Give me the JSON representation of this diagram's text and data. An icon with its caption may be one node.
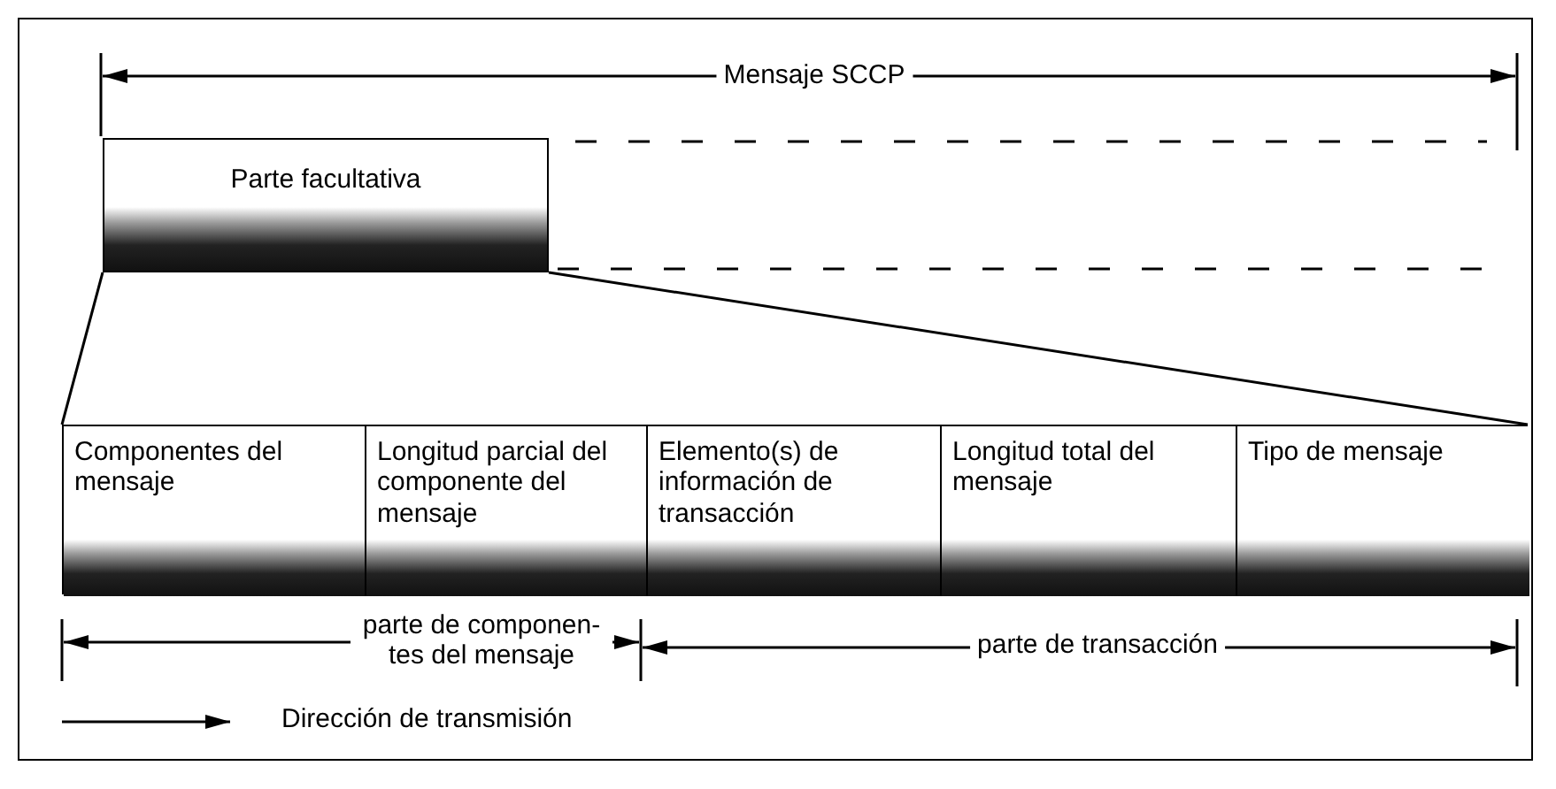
{
  "diagram": {
    "nodes": [
      {
        "text": [
          "Parte facultativa"
        ]
      },
      {
        "text": [],
        "shape": "bar"
      },
      {
        "text": [
          "Componentes del mensaje"
        ],
        "in": 1
      },
      {
        "text": [
          "Longitud parcial del componente del mensaje"
        ],
        "in": 1
      },
      {
        "text": [
          "Elemento(s) de información de transacción"
        ],
        "in": 1
      },
      {
        "text": [
          "Longitud total del mensaje"
        ],
        "in": 1
      },
      {
        "text": [
          "Tipo de mensaje"
        ],
        "in": 1
      }
    ],
    "edges": [
      {
        "from": 0,
        "to": 1,
        "arrow": "none"
      },
      {
        "from": 0,
        "to": 1,
        "arrow": "none"
      }
    ],
    "labels": [
      "Mensaje SCCP",
      "parte de componen- tes del mensaje",
      "parte de transacción",
      "Dirección de transmisión"
    ]
  }
}
